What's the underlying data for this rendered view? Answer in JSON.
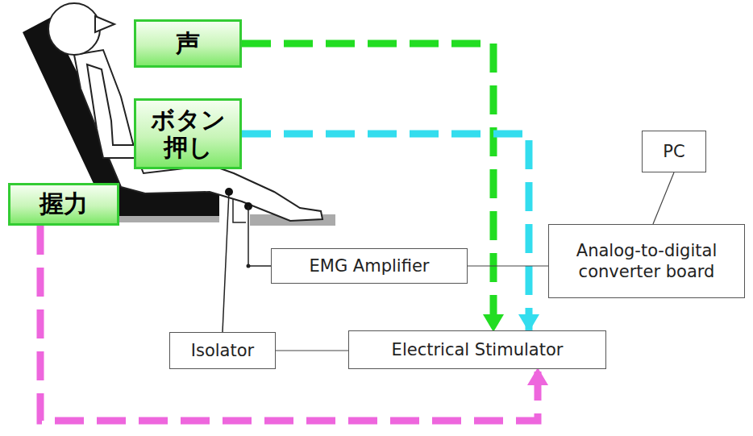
{
  "diagram": {
    "nodes": [
      {
        "text": [
          "声"
        ]
      },
      {
        "text": [
          "ボタン 押し"
        ]
      },
      {
        "text": [
          "握力"
        ]
      },
      {
        "text": [
          "PC"
        ]
      },
      {
        "text": [
          "Analog-to-digital converter board"
        ]
      },
      {
        "text": [
          "EMG Amplifier"
        ]
      },
      {
        "text": [
          "Isolator"
        ]
      },
      {
        "text": [
          "Electrical Stimulator"
        ]
      }
    ],
    "edges": [
      {
        "from": 0,
        "to": 7,
        "arrow": "to"
      },
      {
        "from": 1,
        "to": 7,
        "arrow": "to"
      },
      {
        "from": 2,
        "to": 7,
        "arrow": "to"
      },
      {
        "from": 3,
        "to": 4,
        "arrow": "none"
      },
      {
        "from": 5,
        "to": 4,
        "arrow": "none"
      },
      {
        "from": 6,
        "to": 7,
        "arrow": "none"
      }
    ]
  }
}
